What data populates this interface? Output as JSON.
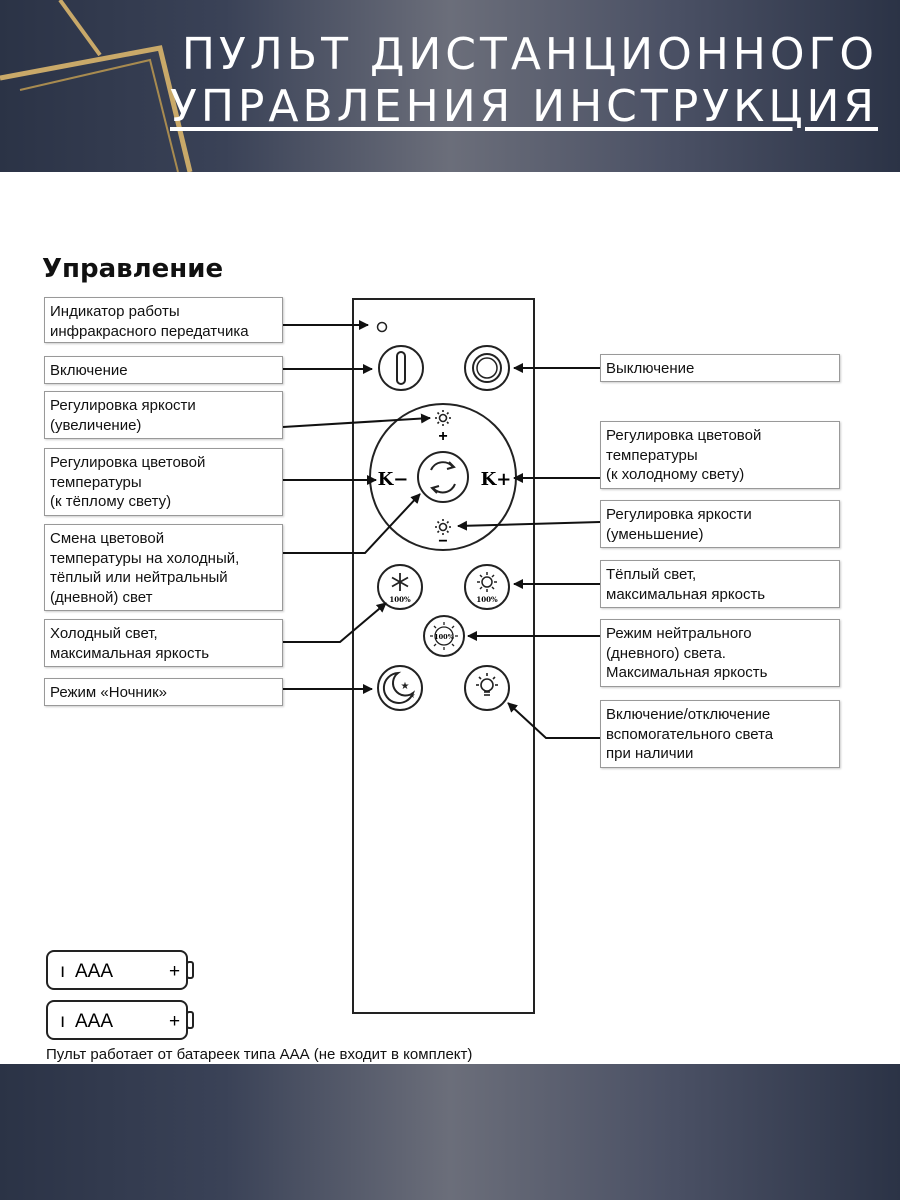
{
  "header": {
    "title_line1": "ПУЛЬТ ДИСТАНЦИОННОГО",
    "title_line2": "УПРАВЛЕНИЯ ИНСТРУКЦИЯ"
  },
  "section_title": "Управление",
  "remote": {
    "k_minus": "K−",
    "k_plus": "K+",
    "brightness_plus_sign": "+",
    "brightness_minus_sign": "−",
    "badge_100": "100%"
  },
  "labels": {
    "ir_indicator": [
      "Индикатор работы",
      "инфракрасного передатчика"
    ],
    "power_on": [
      "Включение"
    ],
    "brightness_up": [
      "Регулировка яркости",
      "(увеличение)"
    ],
    "temp_warm": [
      "Регулировка цветовой",
      "температуры",
      "(к тёплому свету)"
    ],
    "temp_cycle": [
      "Смена цветовой",
      "температуры на холодный,",
      "тёплый или нейтральный",
      "(дневной) свет"
    ],
    "cold_max": [
      "Холодный свет,",
      "максимальная яркость"
    ],
    "night_mode": [
      "Режим «Ночник»"
    ],
    "power_off": [
      "Выключение"
    ],
    "temp_cold": [
      "Регулировка цветовой",
      "температуры",
      "(к холодному свету)"
    ],
    "brightness_down": [
      "Регулировка яркости",
      "(уменьшение)"
    ],
    "warm_max": [
      "Тёплый свет,",
      "максимальная яркость"
    ],
    "neutral_max": [
      "Режим нейтрального",
      "(дневного) света.",
      "Максимальная яркость"
    ],
    "aux_light": [
      "Включение/отключение",
      "вспомогательного света",
      "при наличии"
    ]
  },
  "batteries": [
    {
      "minus": "ı",
      "type": "AAA",
      "plus": "+"
    },
    {
      "minus": "ı",
      "type": "AAA",
      "plus": "+"
    }
  ],
  "footnote": "Пульт работает от батареек типа ААА (не входит в комплект)"
}
